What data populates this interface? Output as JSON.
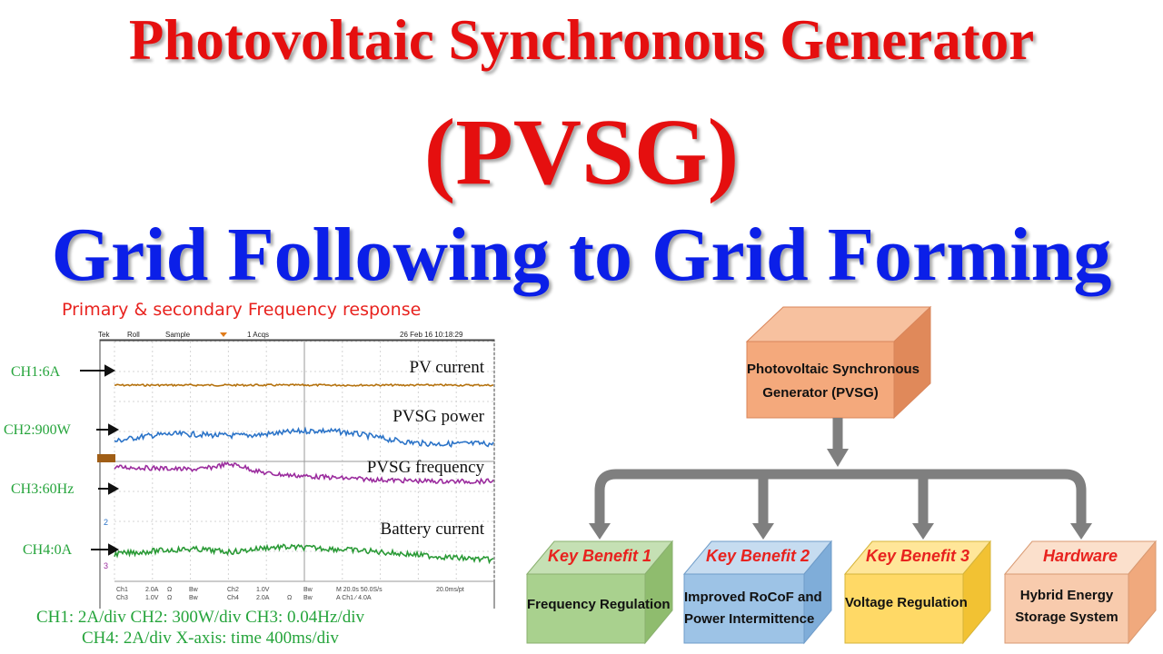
{
  "title": {
    "line1": "Photovoltaic Synchronous Generator",
    "line2": "(PVSG)",
    "line3": "Grid Following to Grid Forming"
  },
  "response_title": "Primary & secondary Frequency response",
  "scope": {
    "header": {
      "tek": "Tek",
      "roll": "Roll",
      "sample": "Sample",
      "acqs": "1 Acqs",
      "date": "26 Feb 16 10:18:29"
    },
    "traces": [
      {
        "channel_label": "CH1:6A",
        "name": "PV current",
        "color": "#b5720e"
      },
      {
        "channel_label": "CH2:900W",
        "name": "PVSG power",
        "color": "#2c74c8"
      },
      {
        "channel_label": "CH3:60Hz",
        "name": "PVSG frequency",
        "color": "#9b2c9e"
      },
      {
        "channel_label": "CH4:0A",
        "name": "Battery current",
        "color": "#2a9a36"
      }
    ],
    "footer": {
      "row1": [
        "Ch1",
        "2.0A",
        "Ω",
        "Bw",
        "Ch2",
        "1.0V",
        "Bw",
        "M 20.0s 50.0S/s",
        "20.0ms/pt"
      ],
      "row2": [
        "Ch3",
        "1.0V",
        "Ω",
        "Bw",
        "Ch4",
        "2.0A",
        "Ω",
        "Bw",
        "A  Ch1  ∕  4.0A"
      ]
    },
    "markers": [
      "2",
      "3"
    ]
  },
  "captions": {
    "line1": "CH1: 2A/div CH2: 300W/div CH3: 0.04Hz/div",
    "line2": "CH4: 2A/div X-axis: time 400ms/div"
  },
  "diagram": {
    "top_box": {
      "line1": "Photovoltaic Synchronous",
      "line2": "Generator (PVSG)",
      "color": "#f4a97c"
    },
    "arrow_color": "#7f7f7f",
    "boxes": [
      {
        "title": "Key Benefit 1",
        "line1": "Frequency Regulation",
        "line2": "",
        "color": "#a9d18e"
      },
      {
        "title": "Key Benefit 2",
        "line1": "Improved RoCoF and",
        "line2": "Power Intermittence",
        "color": "#9dc3e6"
      },
      {
        "title": "Key Benefit 3",
        "line1": "Voltage Regulation",
        "line2": "",
        "color": "#ffd966"
      },
      {
        "title": "Hardware",
        "line1": "Hybrid Energy",
        "line2": "Storage System",
        "color": "#f8cbad"
      }
    ]
  }
}
